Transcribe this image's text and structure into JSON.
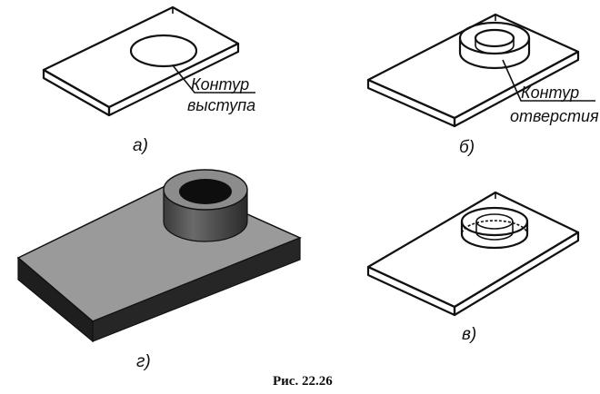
{
  "figure": {
    "caption": "Рис. 22.26",
    "panels": [
      {
        "id": "a",
        "label": "а)",
        "callout": [
          "Контур",
          "выступа"
        ]
      },
      {
        "id": "b",
        "label": "б)",
        "callout": [
          "Контур",
          "отверстия"
        ]
      },
      {
        "id": "c",
        "label": "в)"
      },
      {
        "id": "d",
        "label": "г)"
      }
    ],
    "colors": {
      "line": "#111111",
      "solid_top": "#9a9a9a",
      "solid_side": "#1e1e1e",
      "boss_top": "#8c8c8c",
      "hole": "#0e0e0e"
    }
  }
}
